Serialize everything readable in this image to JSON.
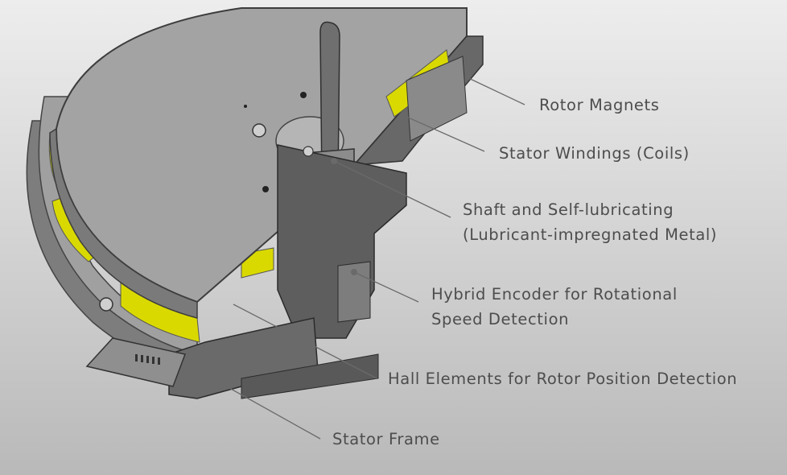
{
  "colors": {
    "background_top": "#ededed",
    "background_bottom": "#b9b9b9",
    "housing": "#9b9b9b",
    "housing_dark": "#5e5e5e",
    "coil_yellow": "#d9d900",
    "label_text": "#4d4d4d",
    "leader_line": "#6a6a6a"
  },
  "callouts": [
    {
      "id": "rotor-magnets",
      "lines": [
        "Rotor Magnets"
      ]
    },
    {
      "id": "stator-windings",
      "lines": [
        "Stator Windings (Coils)"
      ]
    },
    {
      "id": "shaft-bearing",
      "lines": [
        "Shaft and Self-lubricating",
        "(Lubricant-impregnated Metal)"
      ]
    },
    {
      "id": "hybrid-encoder",
      "lines": [
        "Hybrid Encoder for Rotational",
        "Speed Detection"
      ]
    },
    {
      "id": "hall-elements",
      "lines": [
        "Hall Elements for Rotor Position Detection"
      ]
    },
    {
      "id": "stator-frame",
      "lines": [
        "Stator Frame"
      ]
    }
  ]
}
